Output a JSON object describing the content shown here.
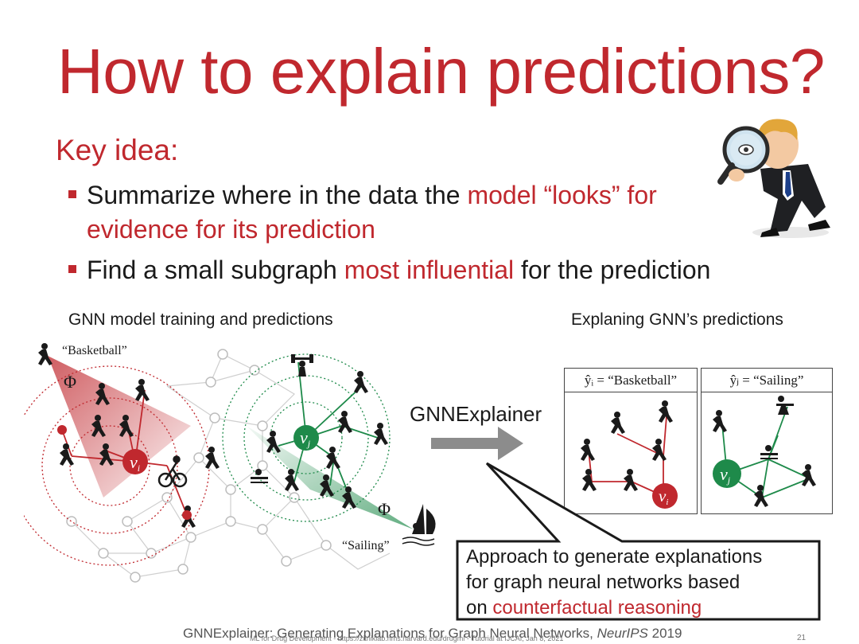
{
  "title": "How to explain predictions?",
  "key_idea": "Key idea:",
  "bullets": [
    {
      "line1_pre": "Summarize where in the data the ",
      "line1_hl": "model “looks” for",
      "line2_hl": "evidence for its prediction"
    },
    {
      "pre": "Find a small subgraph ",
      "hl": "most influential",
      "post": " for the prediction"
    }
  ],
  "left_caption": "GNN model training and predictions",
  "right_caption": "Explaning GNN’s predictions",
  "labels": {
    "basketball": "“Basketball”",
    "sailing": "“Sailing”",
    "phi": "Φ",
    "vi": "v",
    "vi_sub": "i",
    "vj": "v",
    "vj_sub": "j"
  },
  "arrow_label": "GNNExplainer",
  "panels": [
    {
      "header": "ŷᵢ = “Basketball”"
    },
    {
      "header": "ŷⱼ = “Sailing”"
    }
  ],
  "bubble": {
    "line1": "Approach to generate explanations",
    "line2": "for graph neural networks based",
    "line3_pre": "on ",
    "line3_hl": "counterfactual reasoning"
  },
  "footer": {
    "citation": "GNNExplainer: Generating Explanations for Graph Neural Networks,",
    "venue": "NeurIPS",
    "year": "2019",
    "sub": "ML for Drug Development - https://zitniklab.hms.harvard.edu/drugml - Tutorial at IJCAI, Jan 8, 2021",
    "page": "21"
  },
  "colors": {
    "accent": "#c0282e",
    "green": "#1e8a4a",
    "arrow": "#8c8c8c"
  },
  "icons": [
    "detective-magnifier-icon",
    "athlete-icon",
    "sailboat-icon",
    "cyclist-icon"
  ]
}
